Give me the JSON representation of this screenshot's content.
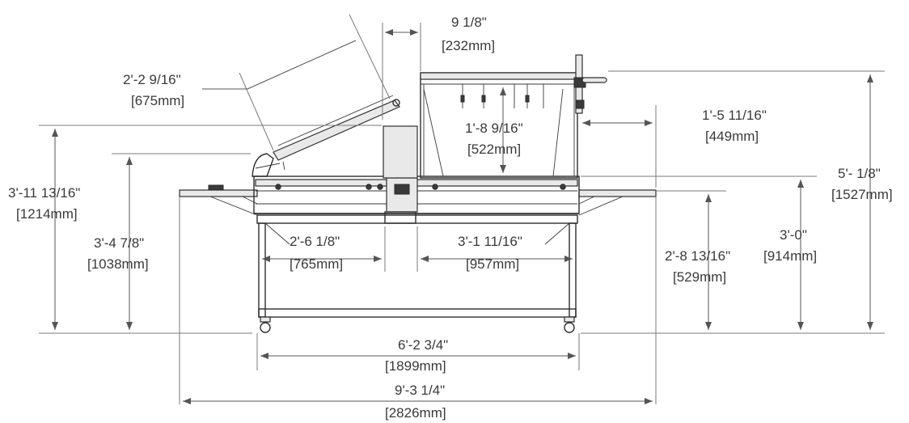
{
  "dimensions": {
    "guard_clearance": {
      "imperial": "9 1/8\"",
      "metric": "[232mm]"
    },
    "tray_length": {
      "imperial": "2'-2 9/16\"",
      "metric": "[675mm]"
    },
    "inner_height": {
      "imperial": "1'-8 9/16\"",
      "metric": "[522mm]"
    },
    "handle_offset": {
      "imperial": "1'-5 11/16\"",
      "metric": "[449mm]"
    },
    "overall_height": {
      "imperial": "5'- 1/8\"",
      "metric": "[1527mm]"
    },
    "tray_height": {
      "imperial": "3'-11 13/16\"",
      "metric": "[1214mm]"
    },
    "belt_height_left": {
      "imperial": "3'-4 7/8\"",
      "metric": "[1038mm]"
    },
    "left_section": {
      "imperial": "2'-6 1/8\"",
      "metric": "[765mm]"
    },
    "right_section": {
      "imperial": "3'-1 11/16\"",
      "metric": "[957mm]"
    },
    "shelf_height": {
      "imperial": "2'-8 13/16\"",
      "metric": "[529mm]"
    },
    "table_height": {
      "imperial": "3'-0\"",
      "metric": "[914mm]"
    },
    "frame_length": {
      "imperial": "6'-2 3/4\"",
      "metric": "[1899mm]"
    },
    "overall_length": {
      "imperial": "9'-3 1/4\"",
      "metric": "[2826mm]"
    }
  },
  "colors": {
    "line": "#2e2e2e",
    "dimension": "#555555",
    "text": "#3a3a3a"
  }
}
